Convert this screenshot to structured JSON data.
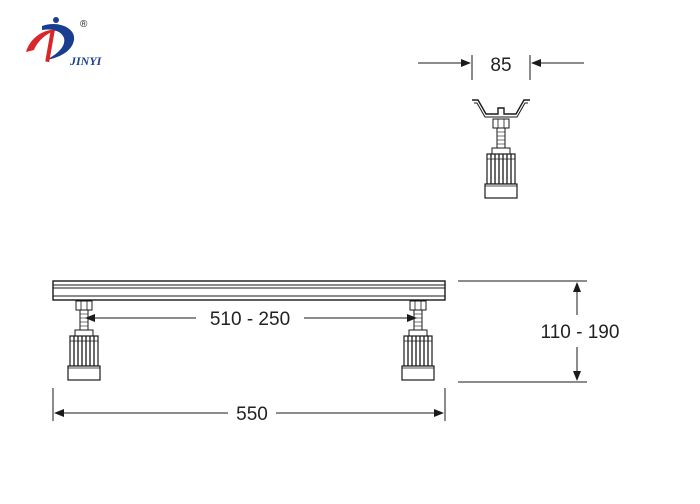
{
  "logo": {
    "brand": "JINYI",
    "registered_mark": "®",
    "colors": {
      "red": "#d9262b",
      "blue": "#1a3d8f"
    }
  },
  "dimensions": {
    "width_top": "85",
    "span": "510 - 250",
    "height": "110 - 190",
    "length": "550"
  },
  "colors": {
    "line": "#333333",
    "dark": "#1a1a1a",
    "background": "#ffffff"
  }
}
